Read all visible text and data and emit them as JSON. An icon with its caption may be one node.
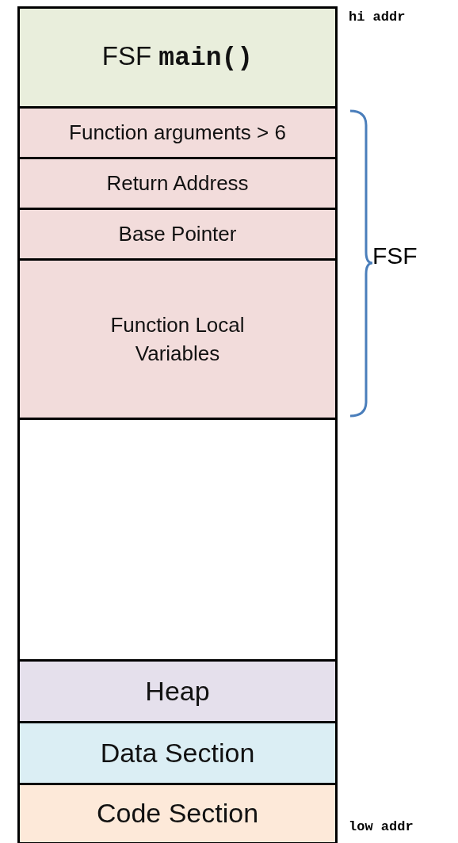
{
  "diagram": {
    "nodes": [
      {
        "text": [
          "FSF **main()**"
        ]
      },
      {
        "text": [
          "Function arguments > 6"
        ]
      },
      {
        "text": [
          "Return Address"
        ]
      },
      {
        "text": [
          "Base Pointer"
        ]
      },
      {
        "text": [
          "Function Local Variables"
        ]
      },
      {
        "text": [],
        "shape": "box"
      },
      {
        "text": [
          "Heap"
        ]
      },
      {
        "text": [
          "Data Section"
        ]
      },
      {
        "text": [
          "Code Section"
        ]
      }
    ],
    "edges": [],
    "labels": [
      "hi addr",
      "FSF",
      "low addr"
    ]
  }
}
